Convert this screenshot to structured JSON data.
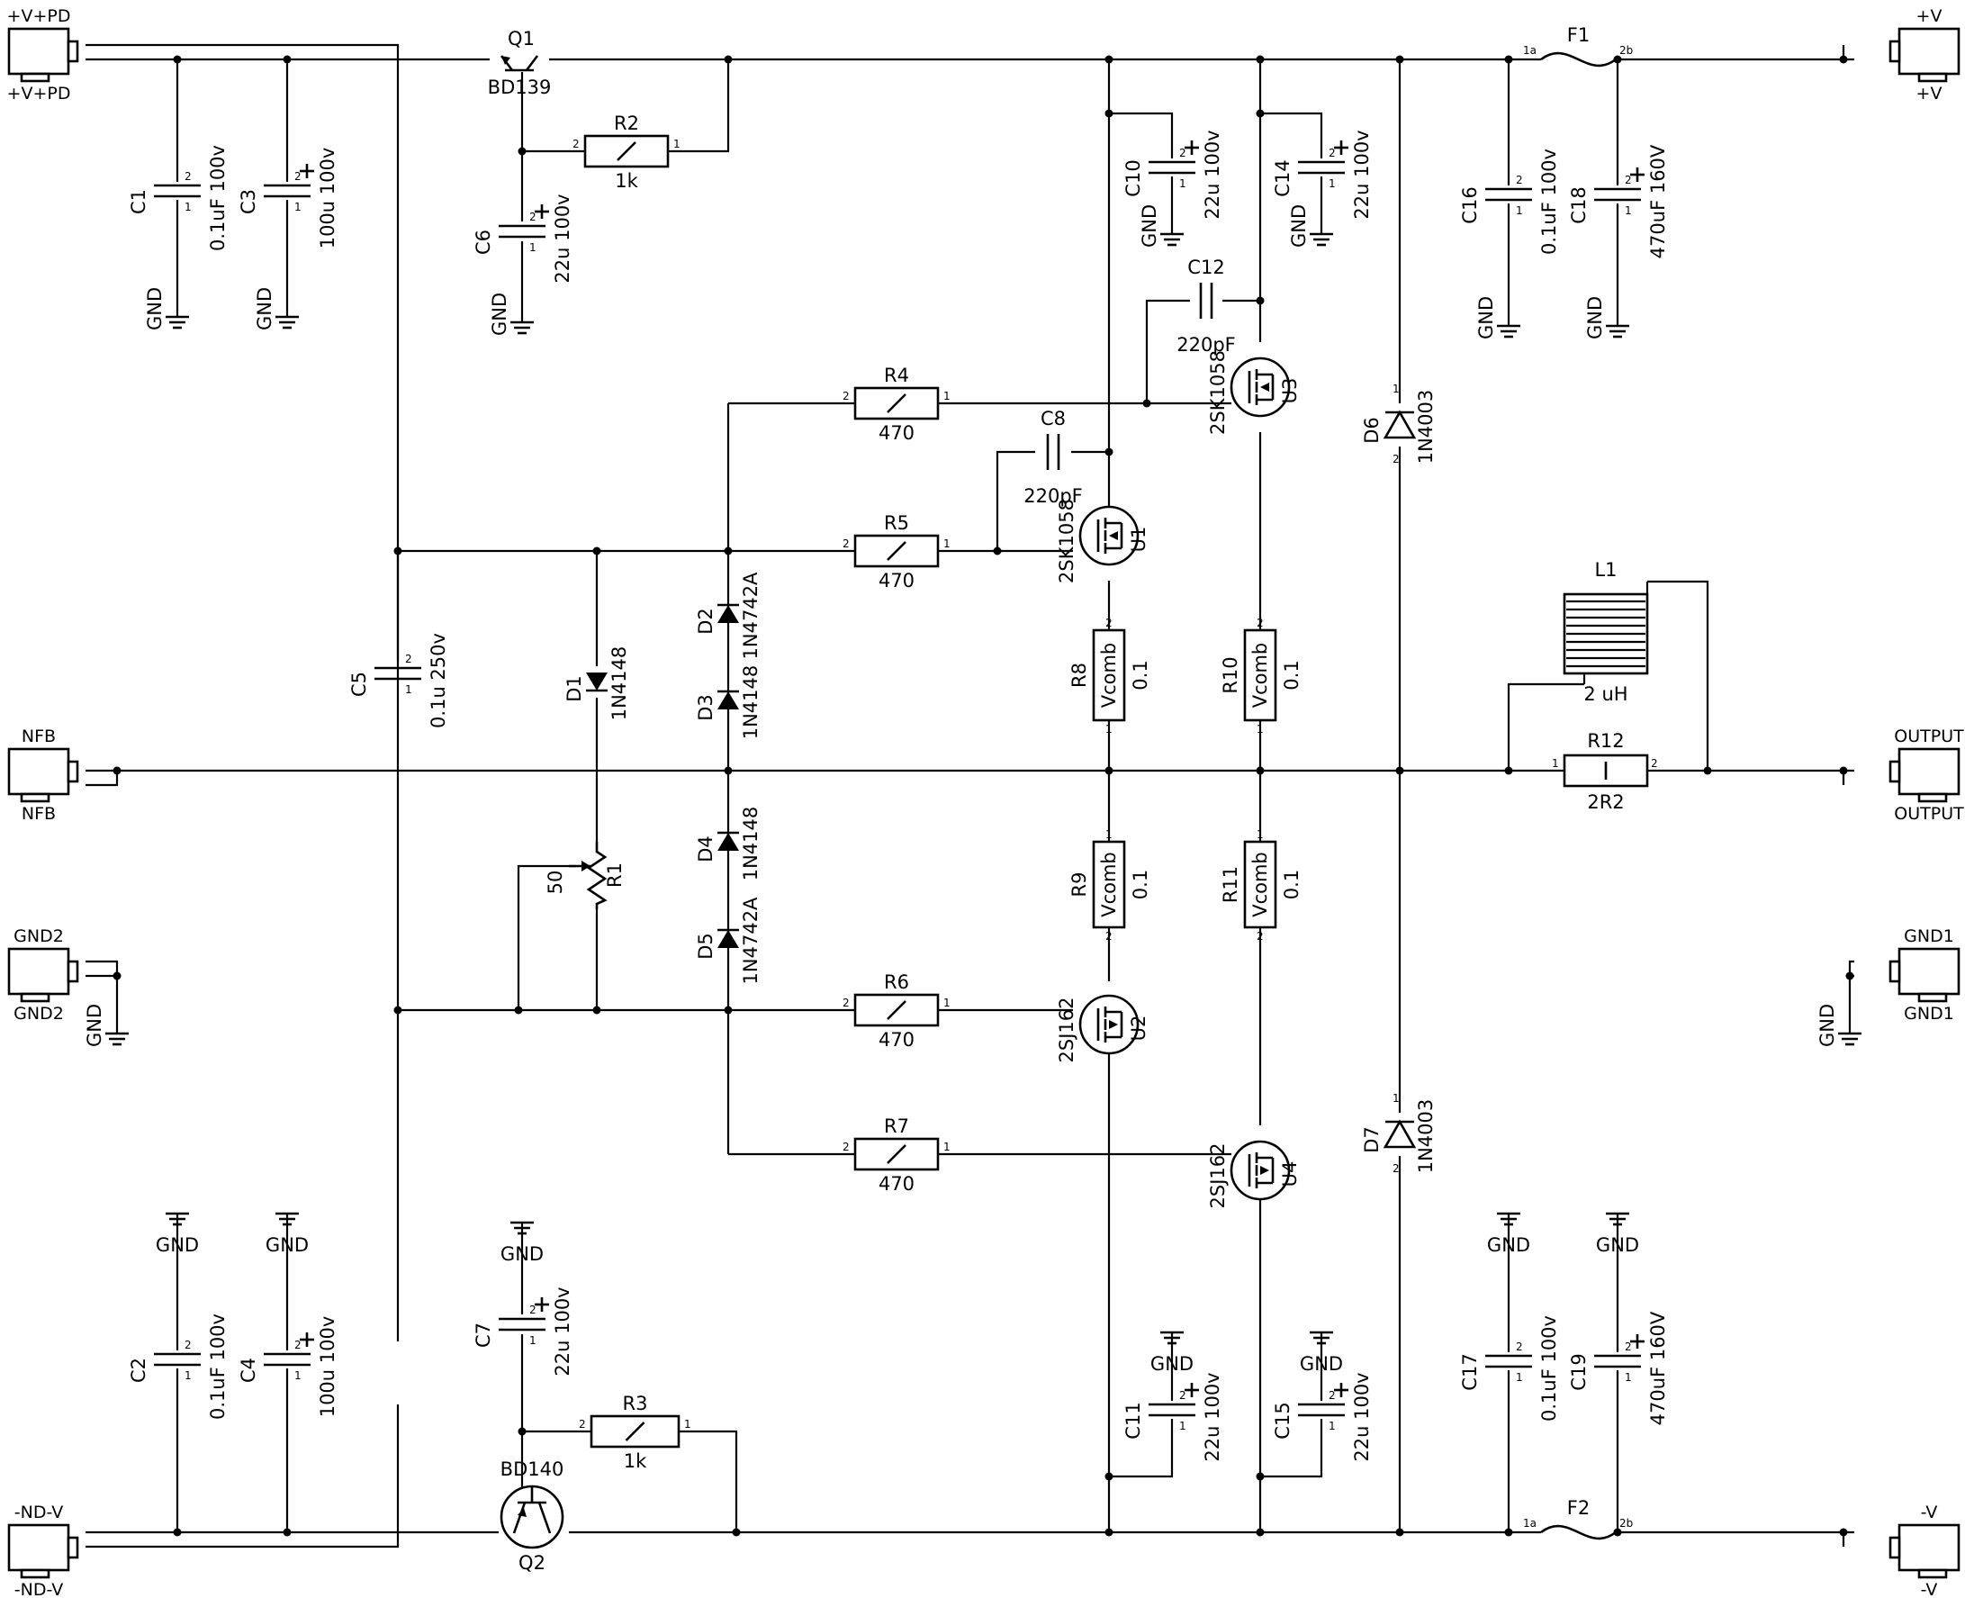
{
  "schematic": {
    "connectors": [
      {
        "id": "vpd",
        "label": "+V+PD",
        "pins": [
          "3"
        ]
      },
      {
        "id": "nfb",
        "label": "NFB",
        "pins": [
          "1",
          "3"
        ]
      },
      {
        "id": "gnd2",
        "label": "GND2",
        "pins": [
          "1",
          "3"
        ]
      },
      {
        "id": "ndv",
        "label": "-ND-V",
        "pins": [
          "1",
          "3"
        ]
      },
      {
        "id": "vplus",
        "label": "+V",
        "pins": [
          "1",
          "3"
        ]
      },
      {
        "id": "output",
        "label": "OUTPUT",
        "pins": [
          "1",
          "3"
        ]
      },
      {
        "id": "gnd1",
        "label": "GND1",
        "pins": [
          "1",
          "3"
        ]
      },
      {
        "id": "vminus",
        "label": "-V",
        "pins": [
          "1",
          "3"
        ]
      }
    ],
    "capacitors": [
      {
        "ref": "C1",
        "value": "0.1uF 100v",
        "polarized": false
      },
      {
        "ref": "C3",
        "value": "100u 100v",
        "polarized": true
      },
      {
        "ref": "C6",
        "value": "22u 100v",
        "polarized": true
      },
      {
        "ref": "C5",
        "value": "0.1u 250v",
        "polarized": false
      },
      {
        "ref": "C2",
        "value": "0.1uF 100v",
        "polarized": false
      },
      {
        "ref": "C4",
        "value": "100u 100v",
        "polarized": true
      },
      {
        "ref": "C7",
        "value": "22u 100v",
        "polarized": true
      },
      {
        "ref": "C10",
        "value": "22u 100v",
        "polarized": true
      },
      {
        "ref": "C14",
        "value": "22u 100v",
        "polarized": true
      },
      {
        "ref": "C12",
        "value": "220pF",
        "polarized": false
      },
      {
        "ref": "C8",
        "value": "220pF",
        "polarized": false
      },
      {
        "ref": "C11",
        "value": "22u 100v",
        "polarized": true
      },
      {
        "ref": "C15",
        "value": "22u 100v",
        "polarized": true
      },
      {
        "ref": "C16",
        "value": "0.1uF 100v",
        "polarized": false
      },
      {
        "ref": "C18",
        "value": "470uF 160V",
        "polarized": true
      },
      {
        "ref": "C17",
        "value": "0.1uF 100v",
        "polarized": false
      },
      {
        "ref": "C19",
        "value": "470uF 160V",
        "polarized": true
      }
    ],
    "resistors": [
      {
        "ref": "R2",
        "value": "1k"
      },
      {
        "ref": "R3",
        "value": "1k"
      },
      {
        "ref": "R4",
        "value": "470"
      },
      {
        "ref": "R5",
        "value": "470"
      },
      {
        "ref": "R6",
        "value": "470"
      },
      {
        "ref": "R7",
        "value": "470"
      },
      {
        "ref": "R8",
        "value": "0.1",
        "body": "Vcomb"
      },
      {
        "ref": "R9",
        "value": "0.1",
        "body": "Vcomb"
      },
      {
        "ref": "R10",
        "value": "0.1",
        "body": "Vcomb"
      },
      {
        "ref": "R11",
        "value": "0.1",
        "body": "Vcomb"
      },
      {
        "ref": "R12",
        "value": "2R2"
      }
    ],
    "potentiometer": {
      "ref": "R1",
      "value": "50"
    },
    "transistors": [
      {
        "ref": "Q1",
        "part": "BD139"
      },
      {
        "ref": "Q2",
        "part": "BD140"
      }
    ],
    "mosfets": [
      {
        "ref": "U1",
        "part": "2SK1058"
      },
      {
        "ref": "U3",
        "part": "2SK1058"
      },
      {
        "ref": "U2",
        "part": "2SJ162"
      },
      {
        "ref": "U4",
        "part": "2SJ162"
      }
    ],
    "diodes": [
      {
        "ref": "D1",
        "part": "1N4148"
      },
      {
        "ref": "D2",
        "part": "1N4742A"
      },
      {
        "ref": "D3",
        "part": "1N4148"
      },
      {
        "ref": "D4",
        "part": "1N4148"
      },
      {
        "ref": "D5",
        "part": "1N4742A"
      },
      {
        "ref": "D6",
        "part": "1N4003"
      },
      {
        "ref": "D7",
        "part": "1N4003"
      }
    ],
    "fuses": [
      {
        "ref": "F1",
        "pin_a": "1a",
        "pin_b": "2b"
      },
      {
        "ref": "F2",
        "pin_a": "1a",
        "pin_b": "2b"
      }
    ],
    "inductor": {
      "ref": "L1",
      "value": "2 uH"
    },
    "ground_label": "GND"
  }
}
